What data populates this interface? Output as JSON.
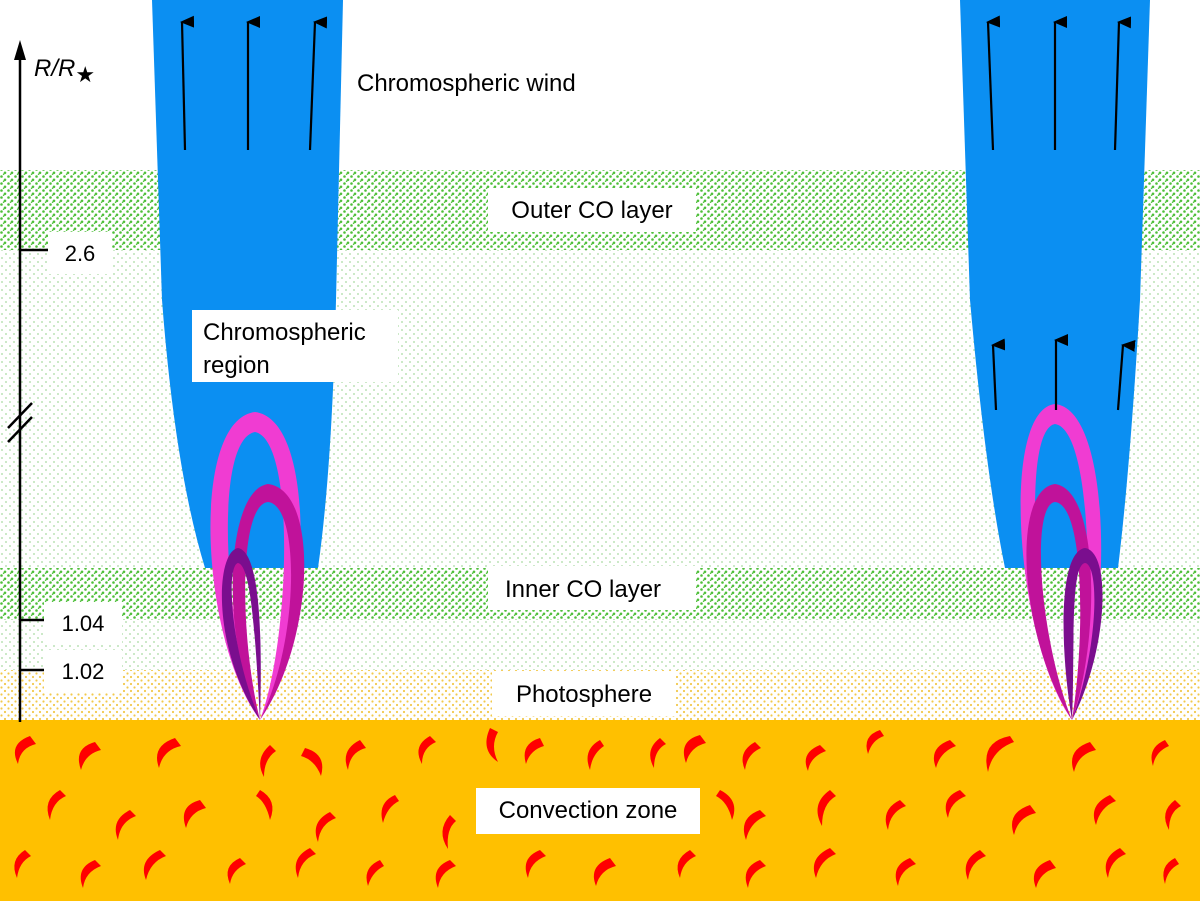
{
  "labels": {
    "chromospheric_wind": "Chromospheric wind",
    "outer_co_layer": "Outer CO layer",
    "chromospheric_region_line1": "Chromospheric",
    "chromospheric_region_line2": "region",
    "inner_co_layer": "Inner CO layer",
    "photosphere": "Photosphere",
    "convection_zone": "Convection zone"
  },
  "axis": {
    "label_r": "R",
    "label_slash": "/",
    "label_rstar": "R",
    "star_symbol": "★",
    "ticks": [
      "2.6",
      "1.04",
      "1.02"
    ]
  },
  "colors": {
    "convection_zone": "#FFC000",
    "convection_cells": "#FF0000",
    "photosphere_dots": "#F2C94C",
    "co_layer_dots": "#4FBF3A",
    "chromosphere_dots": "#A8D9A0",
    "chromospheric_flux_tube": "#0B8FF2",
    "loop_pink": "#F03CD2",
    "loop_magenta": "#C0129A",
    "loop_purple": "#7A0E8E",
    "arrows": "#000000"
  }
}
